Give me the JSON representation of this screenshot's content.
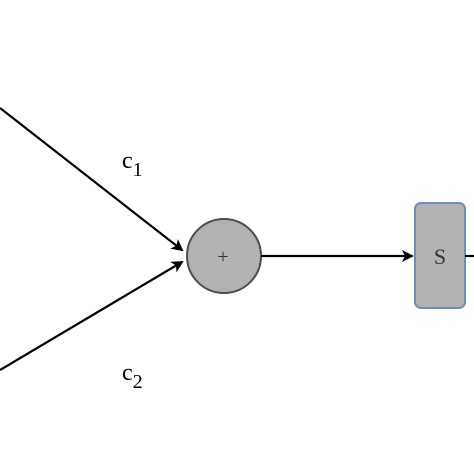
{
  "edges": {
    "in1": {
      "label_main": "c",
      "label_sub": "1"
    },
    "in2": {
      "label_main": "c",
      "label_sub": "2"
    }
  },
  "nodes": {
    "sum": {
      "symbol": "+"
    },
    "s_block": {
      "label": "S"
    }
  },
  "colors": {
    "node_fill": "#b3b3b3",
    "sum_stroke": "#4d4d4d",
    "block_stroke": "#6c8ebf",
    "edge": "#000000"
  }
}
